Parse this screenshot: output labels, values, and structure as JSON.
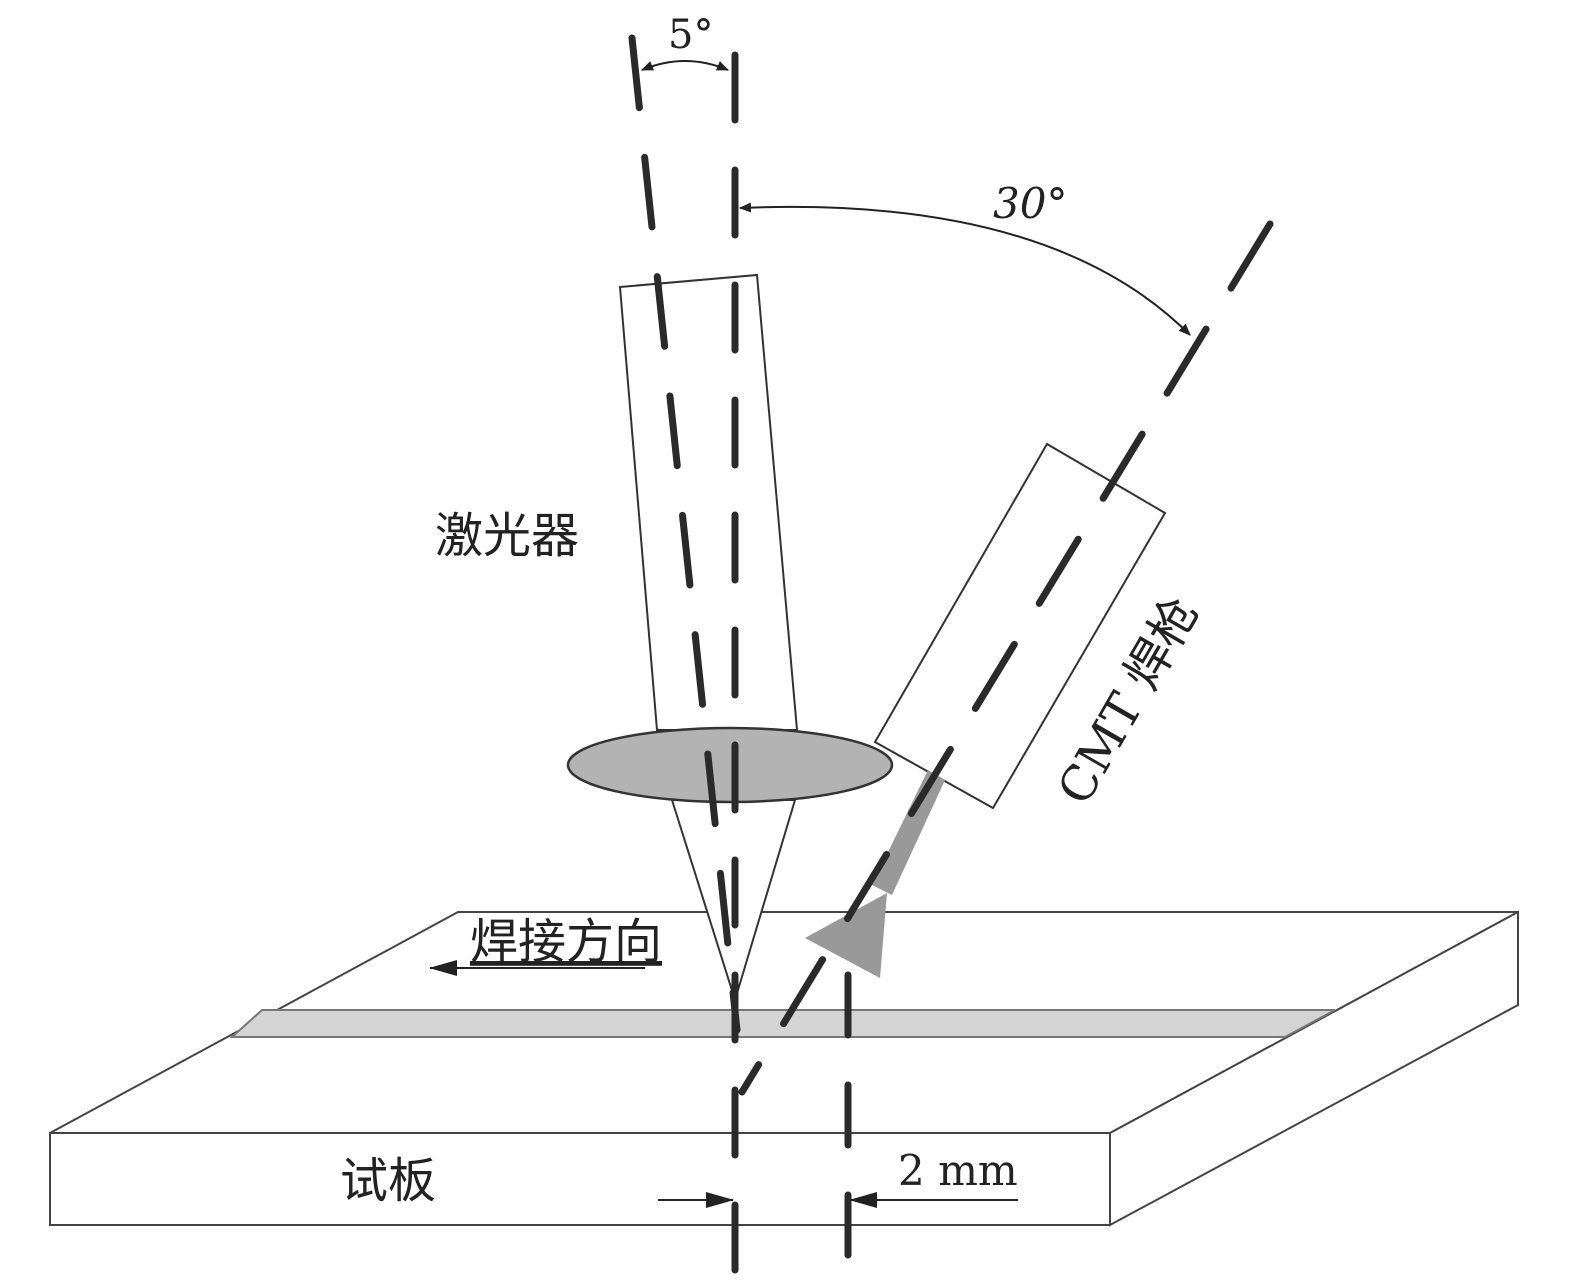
{
  "labels": {
    "angle_5": "5°",
    "angle_30": "30°",
    "laser": "激光器",
    "cmt_torch": "CMT 焊枪",
    "welding_direction": "焊接方向",
    "test_plate": "试板",
    "offset": "2 mm"
  },
  "colors": {
    "line": "#2a2a2a",
    "lens_fill": "#b3b3b3",
    "weld_strip": "#d4d4d4",
    "arc_arrow": "#999999"
  }
}
